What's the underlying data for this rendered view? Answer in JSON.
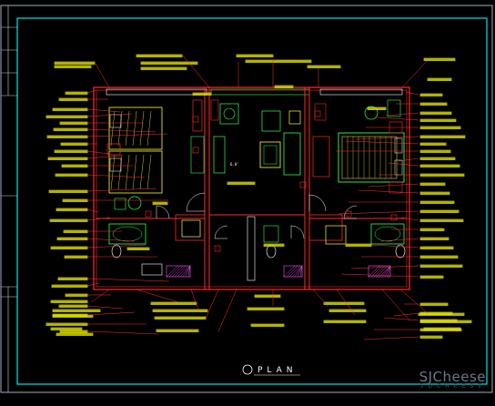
{
  "drawing": {
    "title": "PLAN",
    "tiny_label": "6.8'",
    "colors": {
      "background": "#000000",
      "border": "#00e6e6",
      "wall": "#ff2a2a",
      "furniture": "#ffff33",
      "fixture": "#33ff55",
      "leader": "#ff3333",
      "note": "#e0e000",
      "white": "#ffffff",
      "hatch": "#ff55ff"
    }
  },
  "watermark": {
    "brand": "SJCheese",
    "sub": "3DCHEESE"
  }
}
